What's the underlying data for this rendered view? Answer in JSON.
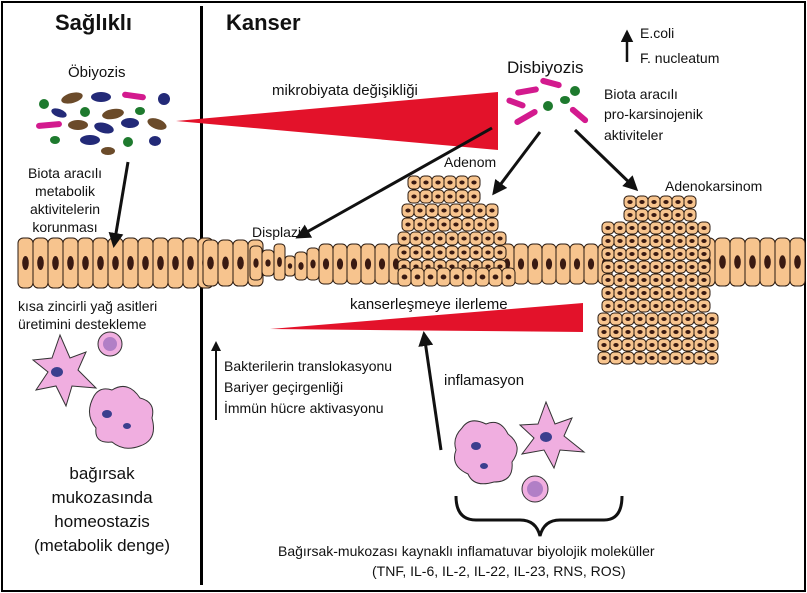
{
  "healthy": {
    "title": "Sağlıklı",
    "eubiosis": "Öbiyozis",
    "biota_text": [
      "Biota aracılı",
      "metabolik",
      "aktivitelerin",
      "korunması"
    ],
    "scfa_text": [
      "kısa zincirli yağ asitleri",
      "üretimini destekleme"
    ],
    "homeostasis": [
      "bağırsak",
      "mukozasında",
      "homeostazis",
      "(metabolik denge)"
    ]
  },
  "cancer": {
    "title": "Kanser",
    "microbiota_change": "mikrobiyata değişikliği",
    "dysbiosis": "Disbiyozis",
    "bacteria": [
      "E.coli",
      "F. nucleatum"
    ],
    "procarcinogenic": [
      "Biota aracılı",
      "pro-karsinojenik",
      "aktiviteler"
    ],
    "dysplasia": "Displazi",
    "adenoma": "Adenom",
    "adenocarcinoma": "Adenokarsinom",
    "progression": "kanserleşmeye ilerleme",
    "effects": [
      "Bakterilerin translokasyonu",
      "Bariyer geçirgenliği",
      "İmmün hücre aktivasyonu"
    ],
    "inflammation": "inflamasyon",
    "molecules": "Bağırsak-mukozası kaynaklı inflamatuvar biyolojik moleküller",
    "molecule_list": "(TNF, IL-6, IL-2, IL-22, IL-23, RNS, ROS)"
  },
  "colors": {
    "cell_fill": "#f7c48e",
    "nucleus": "#3a1a12",
    "wedge": "#e3122a",
    "immune": "#f0aee0",
    "immune_nucleus": "#3b3f8e",
    "bacteria_brown": "#6b4b2a",
    "bacteria_green": "#1e7a2e",
    "bacteria_magenta": "#d31a8e",
    "bacteria_blue": "#232a78"
  }
}
